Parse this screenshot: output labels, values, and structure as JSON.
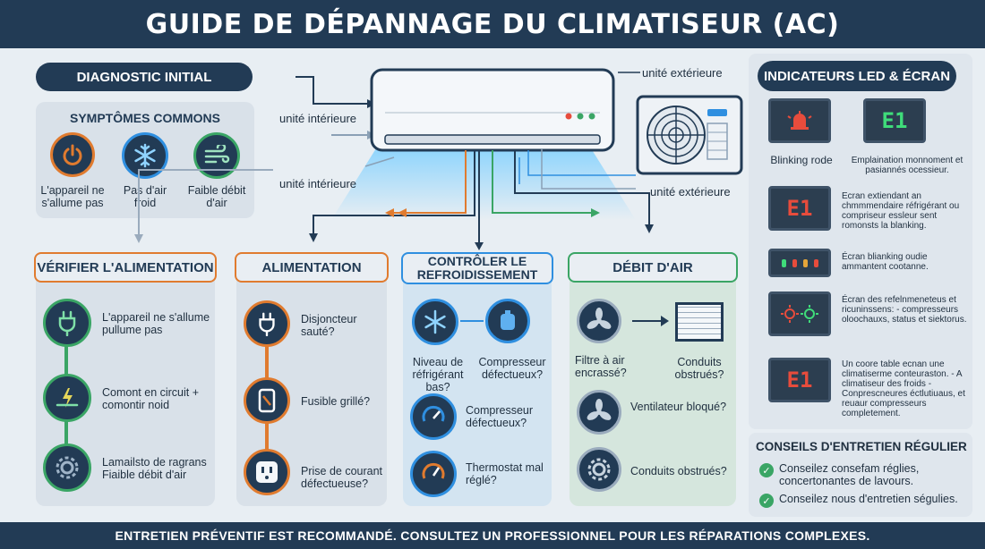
{
  "title": "GUIDE DE DÉPANNAGE DU CLIMATISEUR (AC)",
  "footer": "ENTRETIEN PRÉVENTIF EST RECOMMANDÉ. CONSULTEZ UN PROFESSIONNEL POUR LES RÉPARATIONS COMPLEXES.",
  "diagnostic": {
    "pill": "DIAGNOSTIC INITIAL",
    "symptoms_title": "SYMPTÔMES COMMONS",
    "symptoms": [
      {
        "icon": "power-icon",
        "label": "L'appareil ne s'allume pas"
      },
      {
        "icon": "snowflake-icon",
        "label": "Pas d'air froid"
      },
      {
        "icon": "wind-icon",
        "label": "Faible débit d'air"
      }
    ]
  },
  "unit_labels": {
    "indoor_1": "unité intérieure",
    "indoor_2": "unité intérieure",
    "outdoor_1": "unité extérieure",
    "outdoor_2": "unité extérieure"
  },
  "columns": [
    {
      "title": "VÉRIFIER L'ALIMENTATION",
      "accent": "#e07b2f",
      "items": [
        {
          "icon": "plug-icon",
          "label": "L'appareil ne s'allume pullume pas"
        },
        {
          "icon": "circuit-icon",
          "label": "Comont en circuit + comontir noid"
        },
        {
          "icon": "gear-icon",
          "label": "Lamailsto de ragrans Fiaible débit d'air"
        }
      ]
    },
    {
      "title": "ALIMENTATION",
      "accent": "#e07b2f",
      "items": [
        {
          "icon": "plug-icon",
          "label": "Disjoncteur sauté?"
        },
        {
          "icon": "fuse-icon",
          "label": "Fusible grillé?"
        },
        {
          "icon": "outlet-icon",
          "label": "Prise de courant défectueuse?"
        }
      ]
    },
    {
      "title": "CONTRÔLER LE REFROIDISSEMENT",
      "accent": "#2f8fe0",
      "items": [
        {
          "icon": "snowflake-icon",
          "label": "Niveau de réfrigérant bas?"
        },
        {
          "icon": "compressor-icon",
          "label": "Compresseur défectueux?"
        },
        {
          "icon": "gauge-icon",
          "label": "Compresseur défectueux?"
        },
        {
          "icon": "thermostat-icon",
          "label": "Thermostat mal réglé?"
        }
      ]
    },
    {
      "title": "DÉBIT D'AIR",
      "accent": "#3aa565",
      "items": [
        {
          "icon": "fan-icon",
          "label": "Filtre à air encrassé?"
        },
        {
          "icon": "filter-icon",
          "label": "Conduits obstrués?"
        },
        {
          "icon": "fan-icon",
          "label": "Ventilateur bloqué?"
        },
        {
          "icon": "gear-icon",
          "label": "Conduits obstrués?"
        }
      ]
    }
  ],
  "led": {
    "title": "INDICATEURS LED & ÉCRAN",
    "rows": [
      {
        "display": "alarm",
        "text_left": "Blinking rode",
        "text_right": "Emplaination monnoment et pasiannés ocessieur."
      },
      {
        "display": "E1",
        "color": "#e74c3c",
        "text": "Ecran extiendant an chmmmendaire réfrigérant ou compriseur essleur sent romonsts la blanking."
      },
      {
        "display": "dots",
        "text": "Écran blianking oudie ammantent cootanne."
      },
      {
        "display": "sun",
        "text": "Écran des refelnmeneteus et ricuninssens: - compresseurs oloochauxs, status et siektorus."
      },
      {
        "display": "E1",
        "color": "#e74c3c",
        "text": "Un coore table ecnan une climatiserme conteuraston. - A climatiseur des froids - Conprescneures éctlutiuaus, et reuaur compresseurs completement."
      }
    ],
    "top_green": "E1"
  },
  "tips": {
    "title": "CONSEILS D'ENTRETIEN RÉGULIER",
    "items": [
      "Conseilez consefam réglies, concertonantes de lavours.",
      "Conseilez nous d'entretien ségulies."
    ]
  },
  "colors": {
    "navy": "#223b55",
    "orange": "#e07b2f",
    "blue": "#2f8fe0",
    "green": "#3aa565",
    "bg": "#e8eef3"
  }
}
